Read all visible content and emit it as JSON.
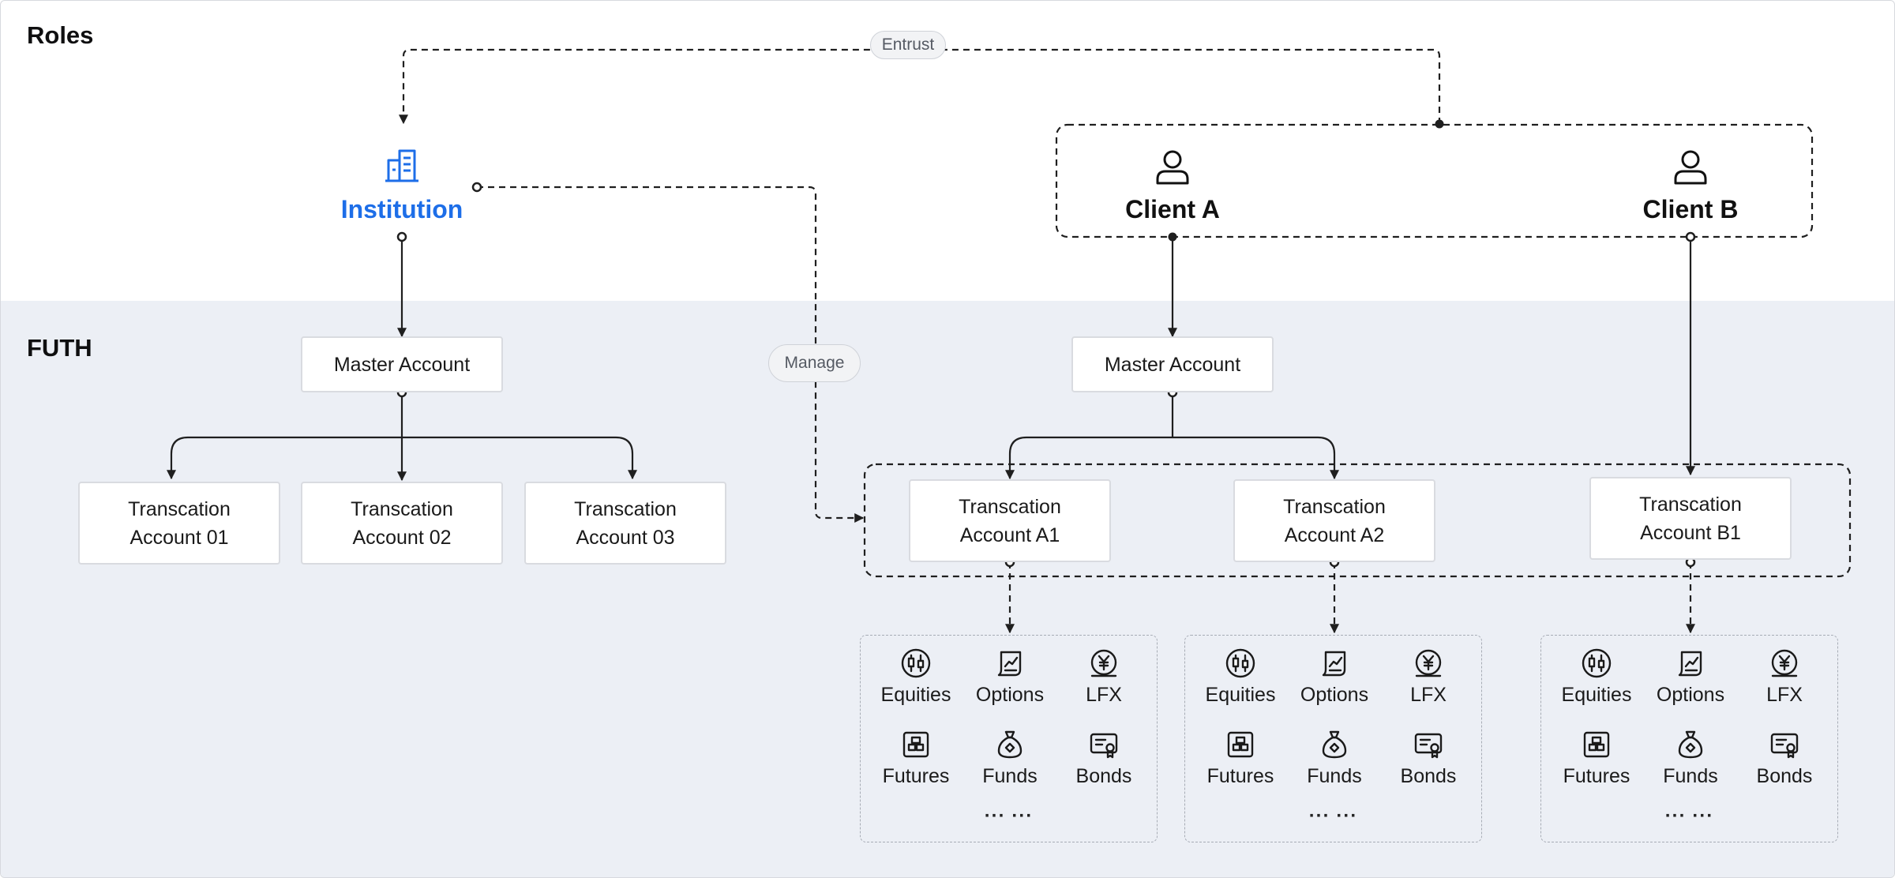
{
  "sections": {
    "roles": "Roles",
    "futh": "FUTH"
  },
  "roles": {
    "institution": {
      "label": "Institution",
      "icon": "building-icon"
    },
    "client_a": {
      "label": "Client A",
      "icon": "person-icon"
    },
    "client_b": {
      "label": "Client B",
      "icon": "person-icon"
    }
  },
  "edge_labels": {
    "entrust": "Entrust",
    "manage": "Manage"
  },
  "institution_tree": {
    "master": "Master Account",
    "transactions": [
      "Transcation\nAccount 01",
      "Transcation\nAccount 02",
      "Transcation\nAccount 03"
    ]
  },
  "client_tree": {
    "master": "Master Account",
    "transactions": [
      "Transcation\nAccount A1",
      "Transcation\nAccount A2",
      "Transcation\nAccount B1"
    ]
  },
  "products": [
    {
      "label": "Equities",
      "icon": "candlestick-coin-icon"
    },
    {
      "label": "Options",
      "icon": "chart-document-icon"
    },
    {
      "label": "LFX",
      "icon": "yen-coin-icon"
    },
    {
      "label": "Futures",
      "icon": "gold-bars-icon"
    },
    {
      "label": "Funds",
      "icon": "money-bag-icon"
    },
    {
      "label": "Bonds",
      "icon": "certificate-icon"
    }
  ],
  "more_label": "··· ···",
  "colors": {
    "accent": "#1d6ee8",
    "line": "#1f1f1f",
    "band": "#eceff5",
    "box_border": "#d9dbe0"
  }
}
